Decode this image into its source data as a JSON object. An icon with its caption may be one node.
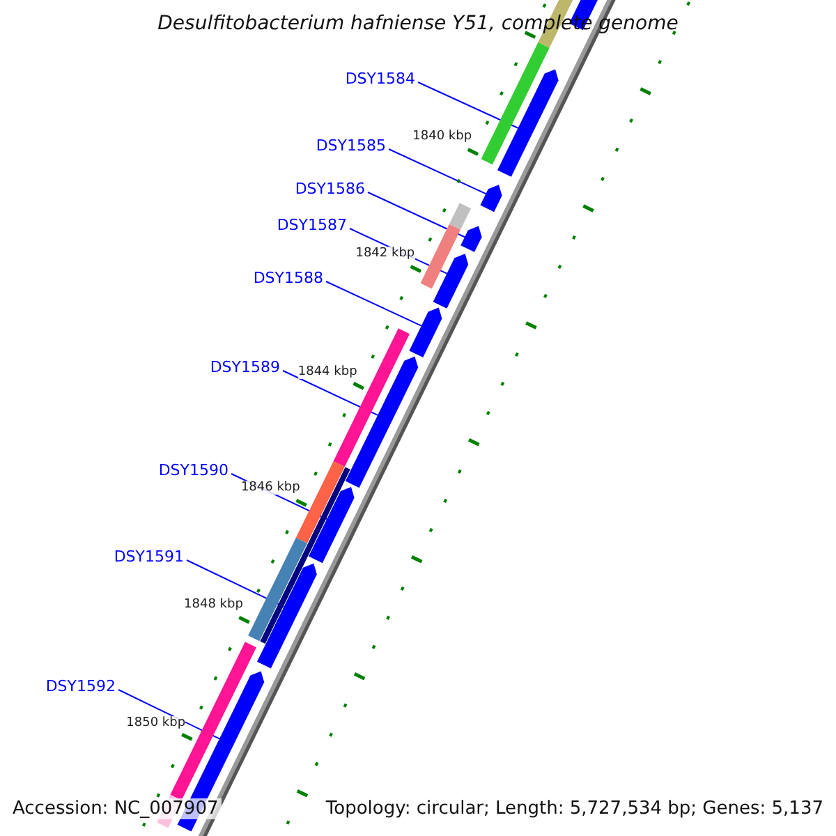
{
  "diagram": {
    "title": "Desulfitobacterium hafniense Y51, complete genome",
    "nodes": [
      {
        "text": [
          "DSY1584"
        ]
      },
      {
        "text": [
          "DSY1585"
        ]
      },
      {
        "text": [
          "DSY1586"
        ]
      },
      {
        "text": [
          "DSY1587"
        ]
      },
      {
        "text": [
          "DSY1588"
        ]
      },
      {
        "text": [
          "DSY1589"
        ]
      },
      {
        "text": [
          "DSY1590"
        ]
      },
      {
        "text": [
          "DSY1591"
        ]
      },
      {
        "text": [
          "DSY1592"
        ]
      },
      {
        "text": [],
        "shape": "bar"
      },
      {
        "text": [],
        "shape": "bar"
      },
      {
        "text": [],
        "shape": "bar"
      },
      {
        "text": [],
        "shape": "bar"
      },
      {
        "text": [],
        "shape": "bar"
      },
      {
        "text": [],
        "shape": "bar"
      },
      {
        "text": [],
        "shape": "bar"
      },
      {
        "text": [],
        "shape": "bar"
      },
      {
        "text": [],
        "shape": "bar"
      },
      {
        "text": [],
        "shape": "bar"
      }
    ],
    "edges": [
      {
        "from": 0,
        "to": 10,
        "arrow": "none"
      },
      {
        "from": 1,
        "to": 11,
        "arrow": "none"
      },
      {
        "from": 2,
        "to": 12,
        "arrow": "none"
      },
      {
        "from": 3,
        "to": 13,
        "arrow": "none"
      },
      {
        "from": 4,
        "to": 14,
        "arrow": "none"
      },
      {
        "from": 5,
        "to": 15,
        "arrow": "none"
      },
      {
        "from": 6,
        "to": 16,
        "arrow": "none"
      },
      {
        "from": 7,
        "to": 17,
        "arrow": "none"
      },
      {
        "from": 8,
        "to": 18,
        "arrow": "none"
      }
    ],
    "labels": [
      "1840 kbp",
      "1842 kbp",
      "1844 kbp",
      "1846 kbp",
      "1848 kbp",
      "1850 kbp",
      "Accession: NC_007907",
      "Topology: circular; Length: 5,727,534 bp; Genes: 5,137"
    ]
  }
}
